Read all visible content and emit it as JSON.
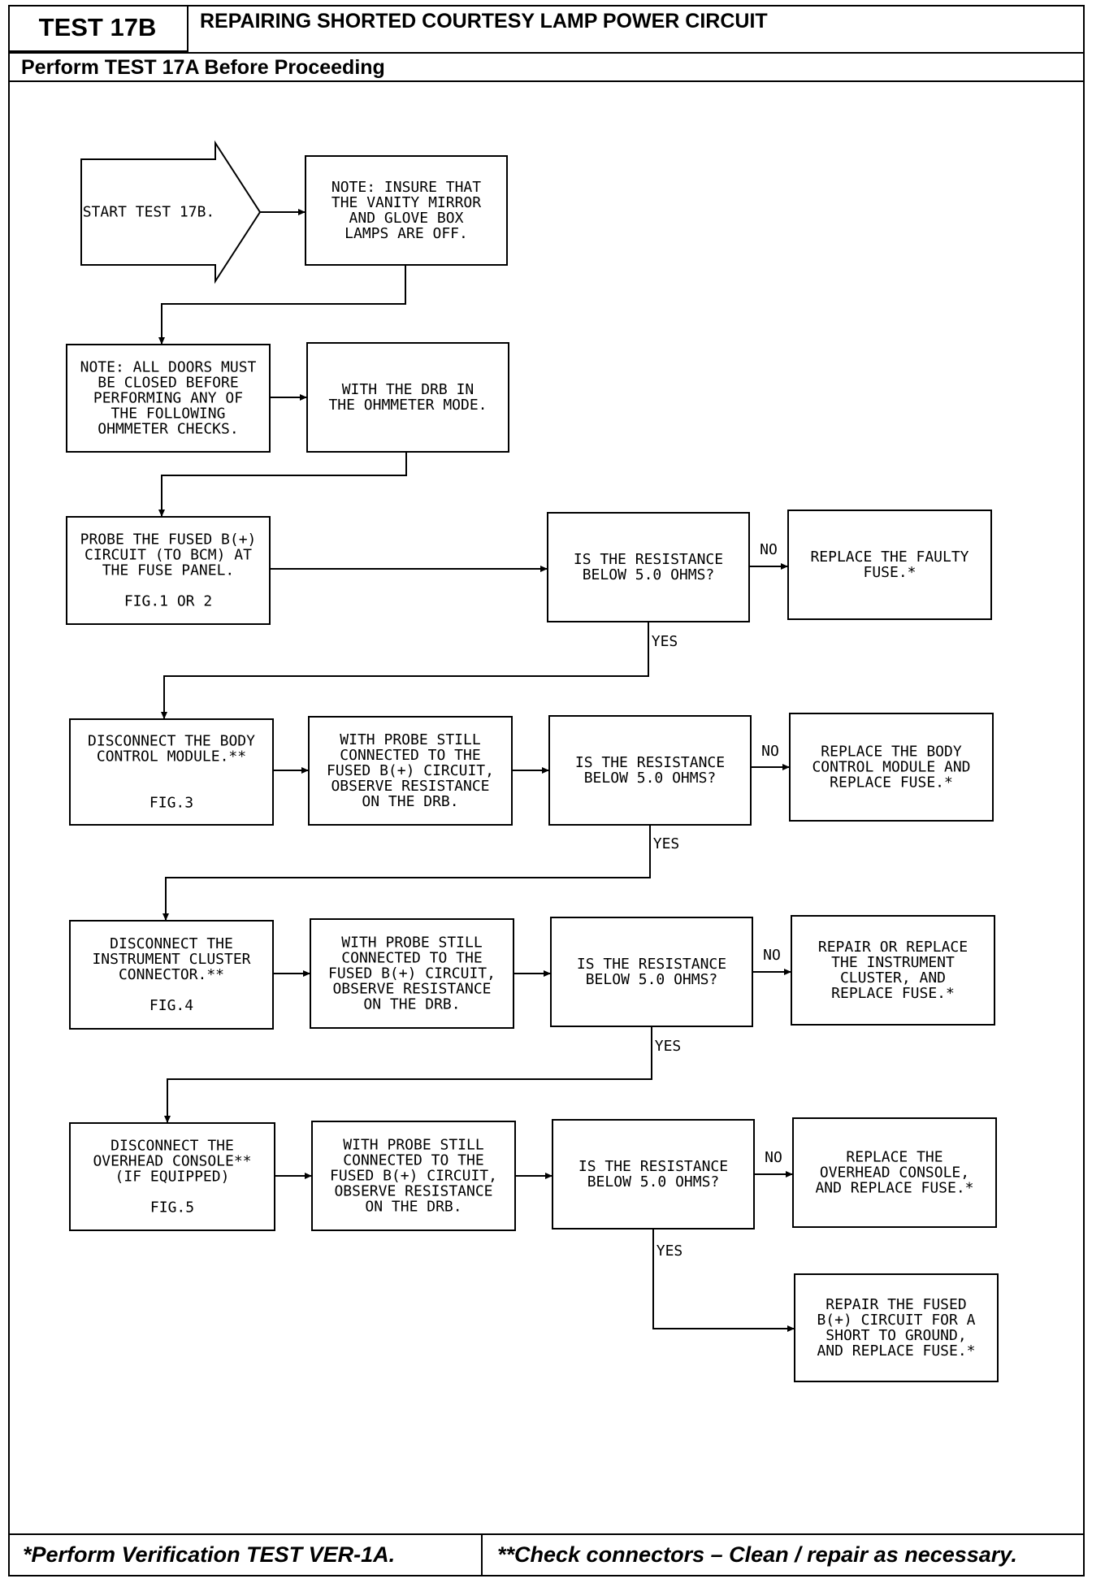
{
  "header": {
    "test_id": "TEST 17B",
    "title": "REPAIRING SHORTED COURTESY LAMP POWER CIRCUIT",
    "prerequisite": "Perform TEST 17A Before Proceeding"
  },
  "footer": {
    "left": "*Perform Verification TEST VER-1A.",
    "right": "**Check connectors – Clean / repair as necessary."
  },
  "flow": {
    "start": [
      "START TEST 17B."
    ],
    "note_mirror": [
      "NOTE: INSURE THAT",
      "THE VANITY MIRROR",
      "AND GLOVE BOX",
      "LAMPS ARE OFF."
    ],
    "note_doors": [
      "NOTE: ALL DOORS MUST",
      "BE CLOSED BEFORE",
      "PERFORMING ANY OF",
      "THE FOLLOWING",
      "OHMMETER CHECKS."
    ],
    "ohmmeter_mode": [
      "WITH THE DRB IN",
      "THE OHMMETER MODE."
    ],
    "probe_fused": [
      "PROBE THE FUSED B(+)",
      "CIRCUIT (TO BCM) AT",
      "THE FUSE PANEL.",
      "",
      "FIG.1 OR 2"
    ],
    "decision_1": [
      "IS THE RESISTANCE",
      "BELOW 5.0 OHMS?"
    ],
    "replace_fuse": [
      "REPLACE THE FAULTY",
      "FUSE.*"
    ],
    "disconnect_bcm": [
      "DISCONNECT THE BODY",
      "CONTROL MODULE.**",
      "",
      "",
      "FIG.3"
    ],
    "probe_still_1": [
      "WITH PROBE STILL",
      "CONNECTED TO THE",
      "FUSED B(+) CIRCUIT,",
      "OBSERVE RESISTANCE",
      "ON THE DRB."
    ],
    "decision_2": [
      "IS THE RESISTANCE",
      "BELOW 5.0 OHMS?"
    ],
    "replace_bcm": [
      "REPLACE THE BODY",
      "CONTROL MODULE AND",
      "REPLACE FUSE.*"
    ],
    "disconnect_cluster": [
      "DISCONNECT THE",
      "INSTRUMENT CLUSTER",
      "CONNECTOR.**",
      "",
      "FIG.4"
    ],
    "probe_still_2": [
      "WITH PROBE STILL",
      "CONNECTED TO THE",
      "FUSED B(+) CIRCUIT,",
      "OBSERVE RESISTANCE",
      "ON THE DRB."
    ],
    "decision_3": [
      "IS THE RESISTANCE",
      "BELOW 5.0 OHMS?"
    ],
    "repair_cluster": [
      "REPAIR OR REPLACE",
      "THE INSTRUMENT",
      "CLUSTER, AND",
      "REPLACE FUSE.*"
    ],
    "disconnect_console": [
      "DISCONNECT THE",
      "OVERHEAD CONSOLE**",
      "(IF EQUIPPED)",
      "",
      "FIG.5"
    ],
    "probe_still_3": [
      "WITH PROBE STILL",
      "CONNECTED TO THE",
      "FUSED B(+) CIRCUIT,",
      "OBSERVE RESISTANCE",
      "ON THE DRB."
    ],
    "decision_4": [
      "IS THE RESISTANCE",
      "BELOW 5.0 OHMS?"
    ],
    "replace_console": [
      "REPLACE THE",
      "OVERHEAD CONSOLE,",
      "AND REPLACE FUSE.*"
    ],
    "repair_short": [
      "REPAIR THE FUSED",
      "B(+) CIRCUIT FOR A",
      "SHORT TO GROUND,",
      "AND REPLACE FUSE.*"
    ],
    "labels": {
      "no": "NO",
      "yes": "YES"
    }
  }
}
